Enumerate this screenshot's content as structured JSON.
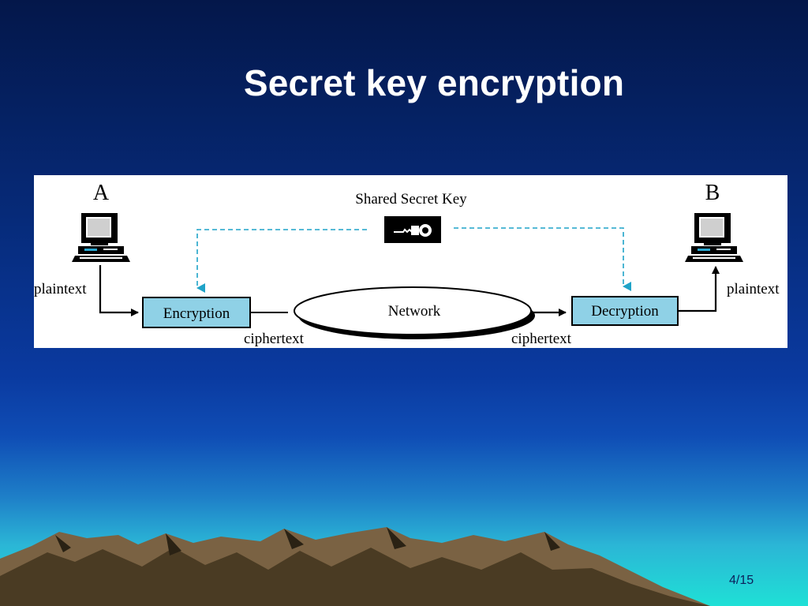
{
  "slide": {
    "title": "Secret key encryption",
    "page_number": "4/15"
  },
  "diagram": {
    "sender_label": "A",
    "receiver_label": "B",
    "shared_key_label": "Shared Secret Key",
    "encryption_label": "Encryption",
    "network_label": "Network",
    "decryption_label": "Decryption",
    "plaintext_left": "plaintext",
    "plaintext_right": "plaintext",
    "ciphertext_left": "ciphertext",
    "ciphertext_right": "ciphertext",
    "icons": [
      "computer-icon",
      "key-icon",
      "computer-icon"
    ],
    "colors": {
      "box_fill": "#8fd1e6",
      "dashed_arrow": "#1fa3c8",
      "title": "#ffffff"
    }
  }
}
